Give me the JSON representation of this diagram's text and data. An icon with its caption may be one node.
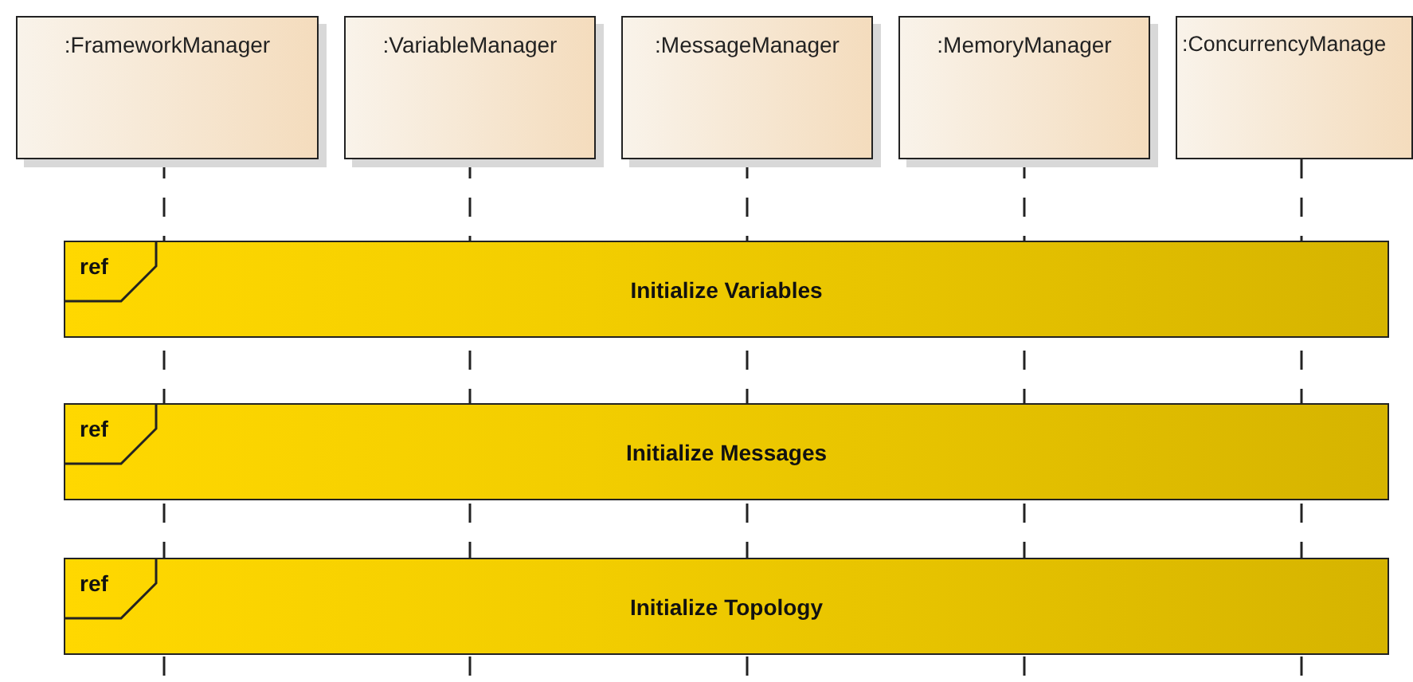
{
  "diagram": {
    "nodes": [
      {
        "text": [
          ":FrameworkManager"
        ]
      },
      {
        "text": [
          ":VariableManager"
        ]
      },
      {
        "text": [
          ":MessageManager"
        ]
      },
      {
        "text": [
          ":MemoryManager"
        ]
      },
      {
        "text": [
          ":ConcurrencyManage"
        ]
      },
      {
        "text": [
          "ref",
          "Initialize Variables"
        ]
      },
      {
        "text": [
          "ref",
          "Initialize Messages"
        ]
      },
      {
        "text": [
          "ref",
          "Initialize Topology"
        ]
      }
    ]
  }
}
